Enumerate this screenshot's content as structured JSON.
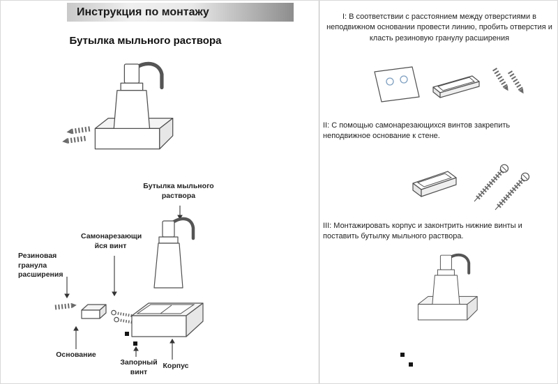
{
  "page": {
    "header_title": "Инструкция по монтажу",
    "subtitle": "Бутылка мыльного раствора"
  },
  "exploded": {
    "labels": {
      "bottle": "Бутылка мыльного раствора",
      "screw": "Самонарезающи йся винт",
      "granule": "Резиновая гранула расширения",
      "base": "Основание",
      "lock_screw": "Запорный винт",
      "body": "Корпус"
    }
  },
  "steps": [
    {
      "text": "I: В соответствии с расстоянием между отверстиями в неподвижном основании провести линию, пробить отверстия и класть резиновую гранулу расширения"
    },
    {
      "text": "II: С помощью самонарезающихся винтов закрепить неподвижное основание к стене."
    },
    {
      "text": "III: Монтажировать корпус и законтрить нижние винты и поставить бутылку мыльного раствора."
    }
  ],
  "colors": {
    "line_art": "#4f4f4f",
    "drill_hole_circle": "#7e9fc0",
    "header_gradient_dark": "#8d8d8d"
  }
}
